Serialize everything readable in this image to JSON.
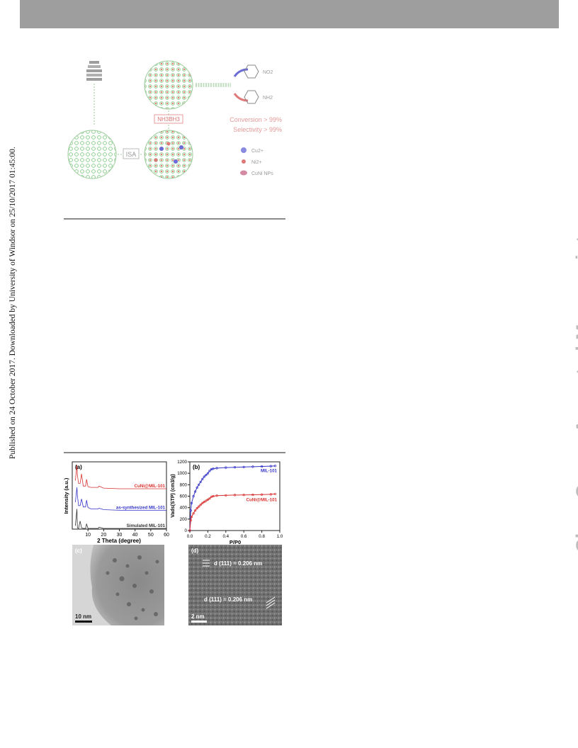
{
  "side_note": "Published on 24 October 2017. Downloaded by University of Windsor on 25/10/2017 01:45:00.",
  "watermark": "ChemComm Accepted Manuscript",
  "scheme": {
    "nh3bh3": "NH3BH3",
    "isa": "ISA",
    "no2": "NO2",
    "nh2": "NH2",
    "conversion": "Conversion > 99%",
    "selectivity": "Selectivity > 99%",
    "legend": [
      "Cu2+",
      "Ni2+",
      "CuNi NPs"
    ],
    "colors": {
      "cu": "#5b5bd6",
      "ni": "#e06060",
      "cuni": "#c75a7a",
      "framework": "#6abf6a"
    }
  },
  "panel_a": {
    "label": "(a)",
    "xlabel": "2 Theta (degree)",
    "ylabel": "Intensity (a.u.)",
    "xticks": [
      "10",
      "20",
      "30",
      "40",
      "50",
      "60"
    ]
  },
  "panel_b": {
    "label": "(b)",
    "xlabel": "P/P0",
    "ylabel": "Vads(STP) (cm3/g)",
    "xticks": [
      "0.0",
      "0.2",
      "0.4",
      "0.6",
      "0.8",
      "1.0"
    ],
    "yticks": [
      "0",
      "200",
      "400",
      "600",
      "800",
      "1000",
      "1200"
    ]
  },
  "panel_c": {
    "label": "(c)",
    "scale": "10 nm"
  },
  "panel_d": {
    "label": "(d)",
    "lattice_1": "d (111) = 0.206 nm",
    "lattice_2": "d (111) = 0.206 nm",
    "scale": "2 nm"
  },
  "chart_data": [
    {
      "type": "line",
      "xlabel": "2 Theta (degree)",
      "ylabel": "Intensity (a.u.)",
      "xlim": [
        0,
        60
      ],
      "series": [
        {
          "name": "CuNi@MIL-101",
          "color": "#d93030",
          "x": [
            2,
            3,
            3.3,
            4,
            5,
            5.9,
            7,
            8.5,
            9.1,
            10,
            12,
            16.5,
            17,
            20,
            30,
            40,
            50,
            60
          ],
          "y": [
            0.72,
            0.95,
            0.8,
            0.68,
            0.68,
            0.82,
            0.64,
            0.64,
            0.74,
            0.63,
            0.62,
            0.62,
            0.64,
            0.61,
            0.6,
            0.6,
            0.6,
            0.6
          ]
        },
        {
          "name": "as-synthesized MIL-101",
          "color": "#3535c8",
          "x": [
            2,
            3,
            3.3,
            4,
            5,
            5.9,
            7,
            8.5,
            9.1,
            10,
            12,
            16.5,
            17,
            20,
            30,
            40,
            50,
            60
          ],
          "y": [
            0.4,
            0.62,
            0.5,
            0.35,
            0.35,
            0.45,
            0.33,
            0.33,
            0.43,
            0.32,
            0.3,
            0.3,
            0.31,
            0.29,
            0.28,
            0.28,
            0.28,
            0.28
          ]
        },
        {
          "name": "Simulated MIL-101",
          "color": "#333333",
          "x": [
            2,
            3,
            3.3,
            4,
            5,
            5.9,
            7,
            8.5,
            9.1,
            10,
            12,
            16.5,
            17,
            20,
            30,
            40,
            50,
            60
          ],
          "y": [
            0.05,
            0.3,
            0.02,
            0.01,
            0.12,
            0.02,
            0.01,
            0.01,
            0.08,
            0.01,
            0.01,
            0.01,
            0.03,
            0.01,
            0.01,
            0.01,
            0.01,
            0.01
          ]
        }
      ]
    },
    {
      "type": "scatter",
      "xlabel": "P/P0",
      "ylabel": "Vads(STP) (cm3/g)",
      "xlim": [
        0,
        1.0
      ],
      "ylim": [
        0,
        1200
      ],
      "series": [
        {
          "name": "MIL-101",
          "color": "#3535c8",
          "x": [
            0.0,
            0.01,
            0.02,
            0.04,
            0.06,
            0.08,
            0.1,
            0.12,
            0.14,
            0.16,
            0.18,
            0.2,
            0.22,
            0.24,
            0.26,
            0.3,
            0.4,
            0.5,
            0.6,
            0.7,
            0.8,
            0.9,
            0.95
          ],
          "y": [
            0,
            350,
            480,
            600,
            680,
            750,
            800,
            850,
            900,
            940,
            970,
            1000,
            1040,
            1070,
            1080,
            1090,
            1100,
            1105,
            1110,
            1115,
            1120,
            1125,
            1130
          ]
        },
        {
          "name": "CuNi@MIL-101",
          "color": "#d93030",
          "x": [
            0.0,
            0.01,
            0.02,
            0.04,
            0.06,
            0.08,
            0.1,
            0.12,
            0.14,
            0.16,
            0.18,
            0.2,
            0.22,
            0.24,
            0.26,
            0.3,
            0.4,
            0.5,
            0.6,
            0.7,
            0.8,
            0.9,
            0.95
          ],
          "y": [
            0,
            180,
            240,
            300,
            350,
            390,
            420,
            450,
            480,
            500,
            520,
            540,
            560,
            590,
            600,
            610,
            615,
            620,
            622,
            625,
            628,
            632,
            640
          ]
        }
      ]
    }
  ]
}
